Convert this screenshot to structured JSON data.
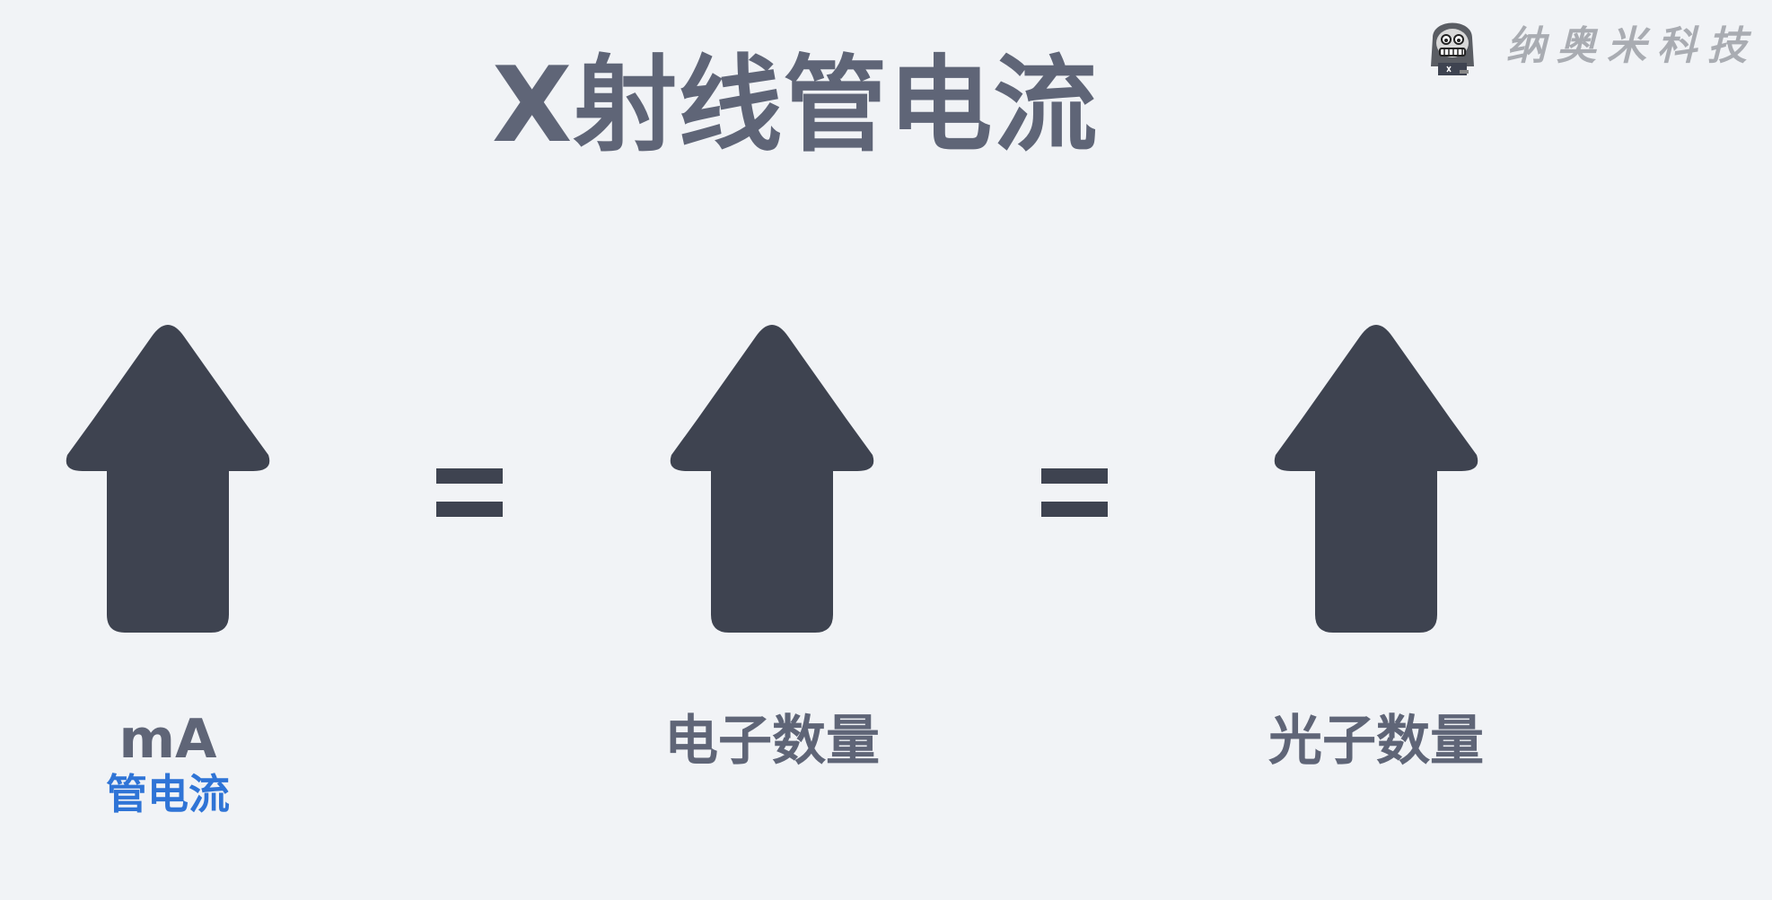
{
  "title": "X射线管电流",
  "brand": {
    "name": "纳奥米科技",
    "logo_icon": "mascot-icon"
  },
  "items": [
    {
      "label": "mA",
      "sublabel": "管电流",
      "icon": "arrow-up-icon"
    },
    {
      "label": "电子数量",
      "icon": "arrow-up-icon"
    },
    {
      "label": "光子数量",
      "icon": "arrow-up-icon"
    }
  ],
  "operators": [
    "=",
    "="
  ],
  "colors": {
    "background": "#f1f3f6",
    "title": "#5f6577",
    "arrow": "#3e4350",
    "label": "#5f6577",
    "sublabel": "#2f74d6",
    "brand_text": "#a9acb2"
  }
}
